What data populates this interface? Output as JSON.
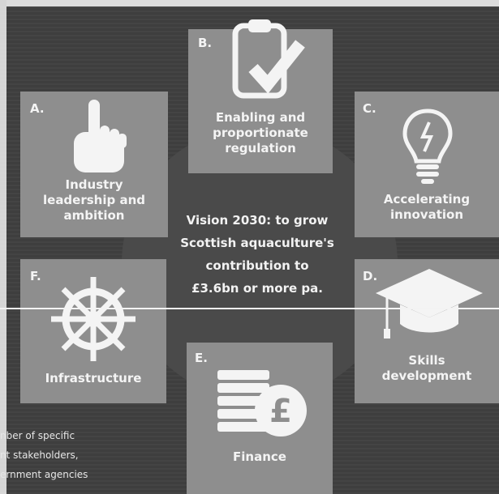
{
  "center": {
    "text": "Vision 2030: to grow\nScottish aquaculture's\ncontribution to\n£3.6bn or more pa."
  },
  "cards": {
    "a": {
      "letter": "A.",
      "label": "Industry\nleadership and\nambition",
      "icon": "pointing-hand-icon"
    },
    "b": {
      "letter": "B.",
      "label": "Enabling and\nproportionate\nregulation",
      "icon": "clipboard-check-icon"
    },
    "c": {
      "letter": "C.",
      "label": "Accelerating\ninnovation",
      "icon": "lightbulb-icon"
    },
    "d": {
      "letter": "D.",
      "label": "Skills\ndevelopment",
      "icon": "graduation-cap-icon"
    },
    "e": {
      "letter": "E.",
      "label": "Finance",
      "icon": "coins-pound-icon"
    },
    "f": {
      "letter": "F.",
      "label": "Infrastructure",
      "icon": "ship-wheel-icon"
    }
  },
  "footnote": {
    "text": "nber of specific\nnt stakeholders,\nernment agencies"
  },
  "colors": {
    "background": "#3e3e3e",
    "card": "#8e8e8e",
    "text": "#f4f4f4"
  }
}
